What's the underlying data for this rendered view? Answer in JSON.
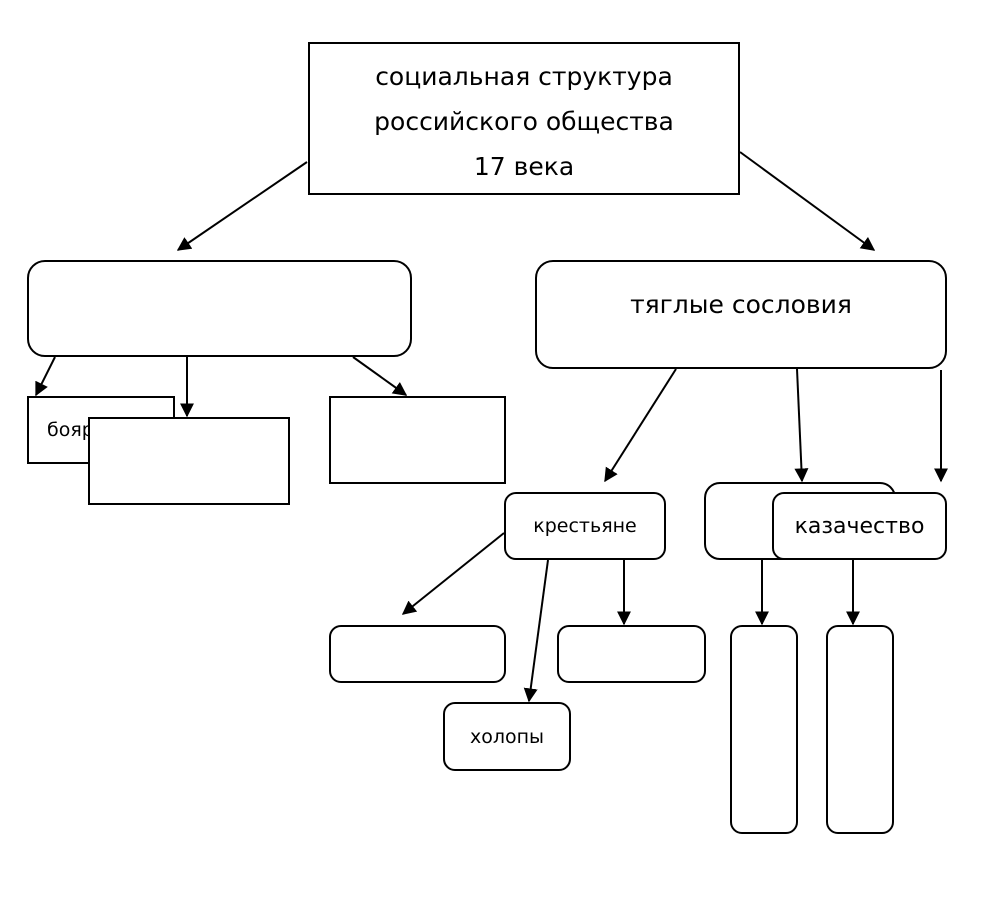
{
  "diagram": {
    "title": "Social structure of Russian society, 17th century",
    "root": {
      "lines": [
        "социальная структура",
        "российского общества",
        "17 века"
      ]
    },
    "categories": {
      "left": {
        "label": ""
      },
      "right": {
        "label": "тяглые сословия"
      }
    },
    "left_children": [
      {
        "id": "boyare",
        "label": "бояр"
      },
      {
        "id": "left-mid",
        "label": ""
      },
      {
        "id": "left-right",
        "label": ""
      }
    ],
    "right_children": [
      {
        "id": "krestyane",
        "label": "крестьяне"
      },
      {
        "id": "hidden-box",
        "label": ""
      },
      {
        "id": "kazachestvo",
        "label": "казачество"
      }
    ],
    "krestyane_children": [
      {
        "id": "kr-left",
        "label": ""
      },
      {
        "id": "kholopy",
        "label": "холопы"
      },
      {
        "id": "kr-right",
        "label": ""
      }
    ],
    "bottom_right_children": [
      {
        "id": "tall-1",
        "label": ""
      },
      {
        "id": "tall-2",
        "label": ""
      }
    ],
    "colors": {
      "stroke": "#000000",
      "background": "#ffffff"
    }
  }
}
